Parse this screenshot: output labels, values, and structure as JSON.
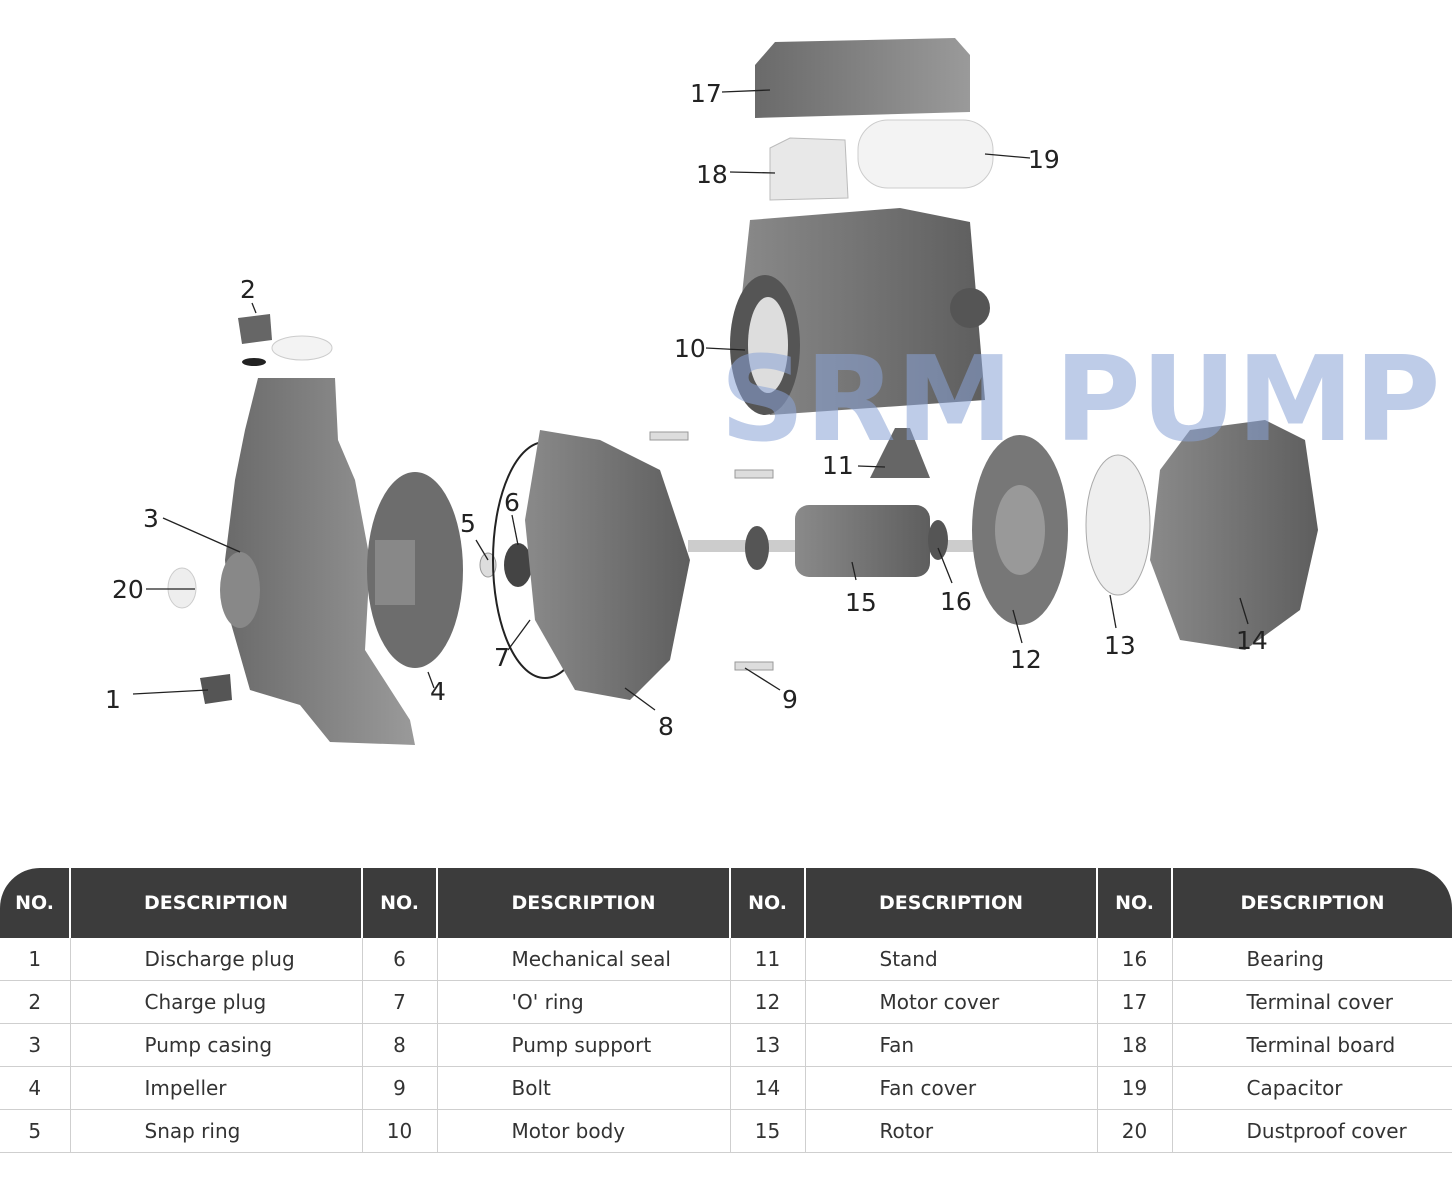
{
  "watermark": "SRM PUMP",
  "callouts": [
    "1",
    "2",
    "3",
    "4",
    "5",
    "6",
    "7",
    "8",
    "9",
    "10",
    "11",
    "12",
    "13",
    "14",
    "15",
    "16",
    "17",
    "18",
    "19",
    "20"
  ],
  "table": {
    "headers": {
      "no": "NO.",
      "description": "DESCRIPTION"
    },
    "rows": [
      [
        {
          "no": "1",
          "desc": "Discharge plug"
        },
        {
          "no": "6",
          "desc": "Mechanical seal"
        },
        {
          "no": "11",
          "desc": "Stand"
        },
        {
          "no": "16",
          "desc": "Bearing"
        }
      ],
      [
        {
          "no": "2",
          "desc": "Charge plug"
        },
        {
          "no": "7",
          "desc": "'O' ring"
        },
        {
          "no": "12",
          "desc": "Motor cover"
        },
        {
          "no": "17",
          "desc": "Terminal cover"
        }
      ],
      [
        {
          "no": "3",
          "desc": "Pump casing"
        },
        {
          "no": "8",
          "desc": "Pump support"
        },
        {
          "no": "13",
          "desc": "Fan"
        },
        {
          "no": "18",
          "desc": "Terminal board"
        }
      ],
      [
        {
          "no": "4",
          "desc": "Impeller"
        },
        {
          "no": "9",
          "desc": "Bolt"
        },
        {
          "no": "14",
          "desc": "Fan cover"
        },
        {
          "no": "19",
          "desc": "Capacitor"
        }
      ],
      [
        {
          "no": "5",
          "desc": "Snap ring"
        },
        {
          "no": "10",
          "desc": "Motor body"
        },
        {
          "no": "15",
          "desc": "Rotor"
        },
        {
          "no": "20",
          "desc": "Dustproof cover"
        }
      ]
    ]
  }
}
